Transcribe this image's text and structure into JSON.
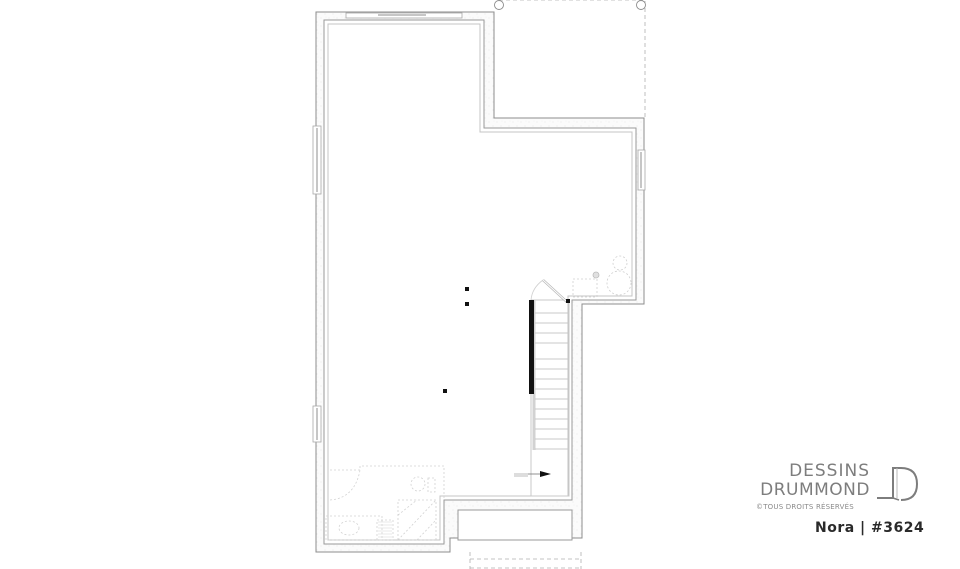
{
  "drawing": {
    "type": "floor-plan",
    "level": "basement",
    "colors": {
      "wall_outline": "#8c8c8c",
      "wall_fill": "#f7f7f7",
      "fixture_dashed": "#c8c8c8",
      "post": "#111111",
      "logo_gray": "#7d7d7d",
      "plan_name": "#2a2a2a"
    }
  },
  "logo": {
    "line1": "DESSINS",
    "line2": "DRUMMOND",
    "rights": "©TOUS DROITS RÉSERVÉS",
    "mark_icon": "door-d-logo-icon"
  },
  "plan": {
    "name": "Nora",
    "separator": "|",
    "number": "#3624",
    "label": "Nora | #3624"
  }
}
